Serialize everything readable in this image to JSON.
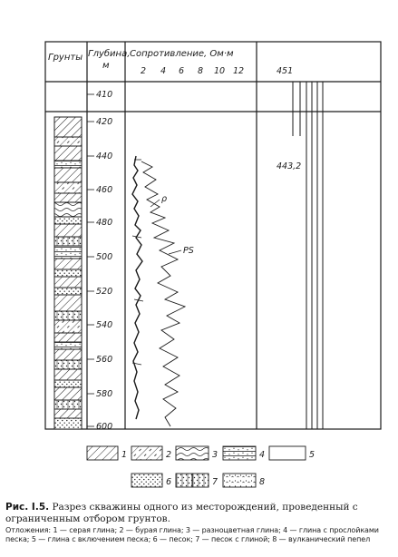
{
  "header": {
    "col_soils": "Грунты",
    "col_depth_line1": "Глубина,",
    "col_depth_line2": "м",
    "col_resistivity": "Сопротивление, Ом·м",
    "resistivity_ticks": [
      "2",
      "4",
      "6",
      "8",
      "10",
      "12"
    ],
    "col_well": "451"
  },
  "depth_labels": [
    "410",
    "420",
    "440",
    "460",
    "480",
    "500",
    "520",
    "540",
    "560",
    "580",
    "600"
  ],
  "annotations": {
    "rho": "ρ",
    "ps": "PS",
    "bottom_depth": "443,2"
  },
  "legend": [
    {
      "num": "1",
      "pattern": "grey-clay"
    },
    {
      "num": "2",
      "pattern": "brown-clay"
    },
    {
      "num": "3",
      "pattern": "varicolored-clay"
    },
    {
      "num": "4",
      "pattern": "clay-sand-layers"
    },
    {
      "num": "5",
      "pattern": "clay-sand-inclusions"
    },
    {
      "num": "6",
      "pattern": "sand"
    },
    {
      "num": "7",
      "pattern": "sand-with-clay"
    },
    {
      "num": "8",
      "pattern": "volcanic-ash"
    }
  ],
  "caption": {
    "label": "Рис. I.5.",
    "text": "Разрез скважины одного из месторождений, проведенный с ограниченным отбором грунтов.",
    "legend_text": "Отложения: 1 — серая глина; 2 — бурая глина; 3 — разноцветная глина; 4 — глина с прослойками песка; 5 — глина с включением песка; 6 — песок; 7 — песок с глиной; 8 — вулканический пепел"
  }
}
